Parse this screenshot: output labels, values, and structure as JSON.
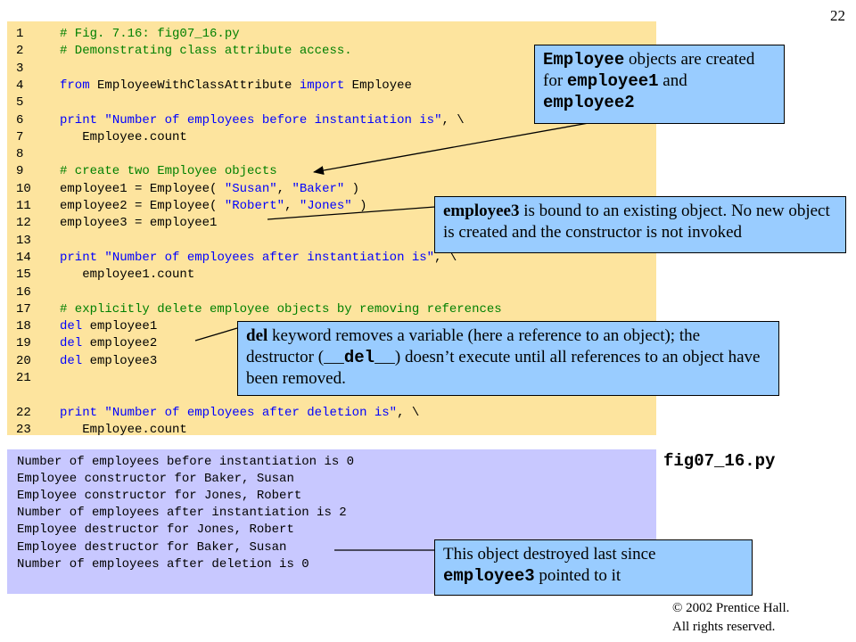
{
  "slide_number": "22",
  "code_lines": [
    {
      "num": "1",
      "segments": [
        {
          "t": "# Fig. 7.16: fig07_16.py",
          "c": "cm"
        }
      ]
    },
    {
      "num": "2",
      "segments": [
        {
          "t": "# Demonstrating class attribute access.",
          "c": "cm"
        }
      ]
    },
    {
      "num": "3",
      "segments": []
    },
    {
      "num": "4",
      "segments": [
        {
          "t": "from",
          "c": "kw"
        },
        {
          "t": " EmployeeWithClassAttribute ",
          "c": ""
        },
        {
          "t": "import",
          "c": "kw"
        },
        {
          "t": " Employee",
          "c": ""
        }
      ]
    },
    {
      "num": "5",
      "segments": []
    },
    {
      "num": "6",
      "segments": [
        {
          "t": "print",
          "c": "kw"
        },
        {
          "t": " ",
          "c": ""
        },
        {
          "t": "\"Number of employees before instantiation is\"",
          "c": "st"
        },
        {
          "t": ", \\",
          "c": ""
        }
      ]
    },
    {
      "num": "7",
      "segments": [
        {
          "t": "   Employee.count",
          "c": ""
        }
      ]
    },
    {
      "num": "8",
      "segments": []
    },
    {
      "num": "9",
      "segments": [
        {
          "t": "# create two Employee objects",
          "c": "cm"
        }
      ]
    },
    {
      "num": "10",
      "segments": [
        {
          "t": "employee1 = Employee( ",
          "c": ""
        },
        {
          "t": "\"Susan\"",
          "c": "st"
        },
        {
          "t": ", ",
          "c": ""
        },
        {
          "t": "\"Baker\"",
          "c": "st"
        },
        {
          "t": " )",
          "c": ""
        }
      ]
    },
    {
      "num": "11",
      "segments": [
        {
          "t": "employee2 = Employee( ",
          "c": ""
        },
        {
          "t": "\"Robert\"",
          "c": "st"
        },
        {
          "t": ", ",
          "c": ""
        },
        {
          "t": "\"Jones\"",
          "c": "st"
        },
        {
          "t": " )",
          "c": ""
        }
      ]
    },
    {
      "num": "12",
      "segments": [
        {
          "t": "employee3 = employee1",
          "c": ""
        }
      ]
    },
    {
      "num": "13",
      "segments": []
    },
    {
      "num": "14",
      "segments": [
        {
          "t": "print",
          "c": "kw"
        },
        {
          "t": " ",
          "c": ""
        },
        {
          "t": "\"Number of employees after instantiation is\"",
          "c": "st"
        },
        {
          "t": ", \\",
          "c": ""
        }
      ]
    },
    {
      "num": "15",
      "segments": [
        {
          "t": "   employee1.count",
          "c": ""
        }
      ]
    },
    {
      "num": "16",
      "segments": []
    },
    {
      "num": "17",
      "segments": [
        {
          "t": "# explicitly delete employee objects by removing references",
          "c": "cm"
        }
      ]
    },
    {
      "num": "18",
      "segments": [
        {
          "t": "del",
          "c": "kw"
        },
        {
          "t": " employee1",
          "c": ""
        }
      ]
    },
    {
      "num": "19",
      "segments": [
        {
          "t": "del",
          "c": "kw"
        },
        {
          "t": " employee2",
          "c": ""
        }
      ]
    },
    {
      "num": "20",
      "segments": [
        {
          "t": "del",
          "c": "kw"
        },
        {
          "t": " employee3",
          "c": ""
        }
      ]
    },
    {
      "num": "21",
      "segments": []
    },
    {
      "num": "22",
      "segments": [
        {
          "t": "print",
          "c": "kw"
        },
        {
          "t": " ",
          "c": ""
        },
        {
          "t": "\"Number of employees after deletion is\"",
          "c": "st"
        },
        {
          "t": ", \\",
          "c": ""
        }
      ]
    },
    {
      "num": "23",
      "segments": [
        {
          "t": "   Employee.count",
          "c": ""
        }
      ]
    }
  ],
  "output_lines": [
    "Number of employees before instantiation is 0",
    "Employee constructor for Baker, Susan",
    "Employee constructor for Jones, Robert",
    "Number of employees after instantiation is 2",
    "Employee destructor for Jones, Robert",
    "Employee destructor for Baker, Susan",
    "Number of employees after deletion is 0"
  ],
  "callouts": {
    "employee_objects": {
      "part1": "Employee",
      "part2": " objects are created for ",
      "part3": "employee1",
      "part4": " and ",
      "part5": "employee2"
    },
    "employee3": {
      "part1": "employee3",
      "part2": " is bound to an existing object. No new object is created and the constructor is not invoked"
    },
    "del_keyword": {
      "part1": "del",
      "part2": " keyword removes a variable (here a reference to an object); the destructor (",
      "part3": "__del__",
      "part4": ") doesn’t execute until all references to an object have been removed."
    },
    "destroyed_last": {
      "part1": "This object destroyed last since ",
      "part2": "employee3",
      "part3": " pointed to it"
    }
  },
  "filename": "fig07_16.py",
  "copyright": {
    "line1": "© 2002 Prentice Hall.",
    "line2": "All rights reserved."
  },
  "colors": {
    "code_background": "#fde49e",
    "output_background": "#c8c8ff",
    "callout_background": "#99ccff",
    "comment": "#008000",
    "keyword": "#0000ff"
  }
}
